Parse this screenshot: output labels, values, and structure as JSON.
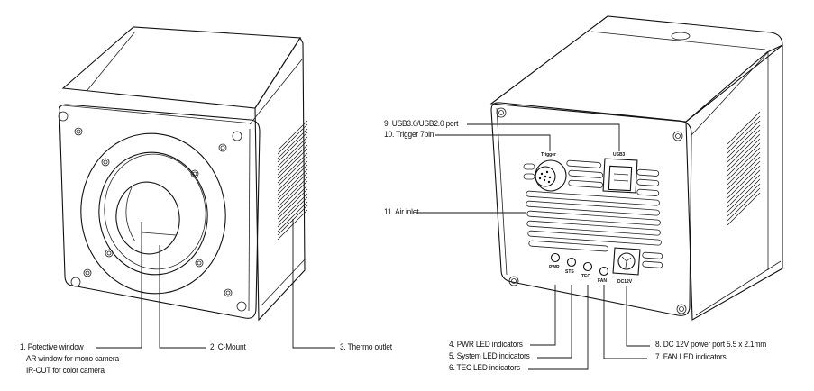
{
  "figure": {
    "front_view": {
      "callouts": [
        {
          "id": 1,
          "label": "1. Potective window",
          "sub_lines": [
            "AR window for mono camera",
            "IR-CUT for color camera"
          ]
        },
        {
          "id": 2,
          "label": "2. C-Mount"
        },
        {
          "id": 3,
          "label": "3. Thermo outlet"
        }
      ]
    },
    "rear_view": {
      "callouts": [
        {
          "id": 9,
          "label": "9. USB3.0/USB2.0 port"
        },
        {
          "id": 10,
          "label": "10. Trigger 7pin"
        },
        {
          "id": 11,
          "label": "11. Air inlet"
        },
        {
          "id": 4,
          "label": "4. PWR LED indicators"
        },
        {
          "id": 5,
          "label": "5. System LED indicators"
        },
        {
          "id": 6,
          "label": "6. TEC LED indicators"
        },
        {
          "id": 8,
          "label": "8. DC 12V power port 5.5 x 2.1mm"
        },
        {
          "id": 7,
          "label": "7. FAN LED indicators"
        }
      ],
      "panel_markings": {
        "trigger": "Trigger",
        "usb": "USB3",
        "pwr": "PWR",
        "sts": "STS",
        "tec": "TEC",
        "fan": "FAN",
        "dc": "DC12V"
      }
    }
  }
}
